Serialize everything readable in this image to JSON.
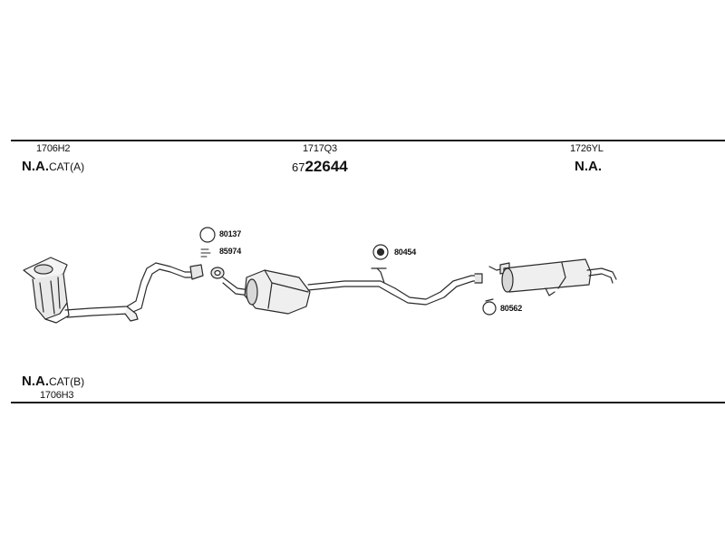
{
  "header": {
    "left": {
      "code": "1706H2",
      "na": "N.A.",
      "cat": "CAT(A)"
    },
    "center": {
      "code": "1717Q3",
      "number_prefix": "67",
      "number_main": "22644"
    },
    "right": {
      "code": "1726YL",
      "na": "N.A."
    }
  },
  "footer": {
    "na": "N.A.",
    "cat": "CAT(B)",
    "code": "1706H3"
  },
  "parts": {
    "p1": "80137",
    "p2": "85974",
    "p3": "80454",
    "p4": "80562"
  }
}
